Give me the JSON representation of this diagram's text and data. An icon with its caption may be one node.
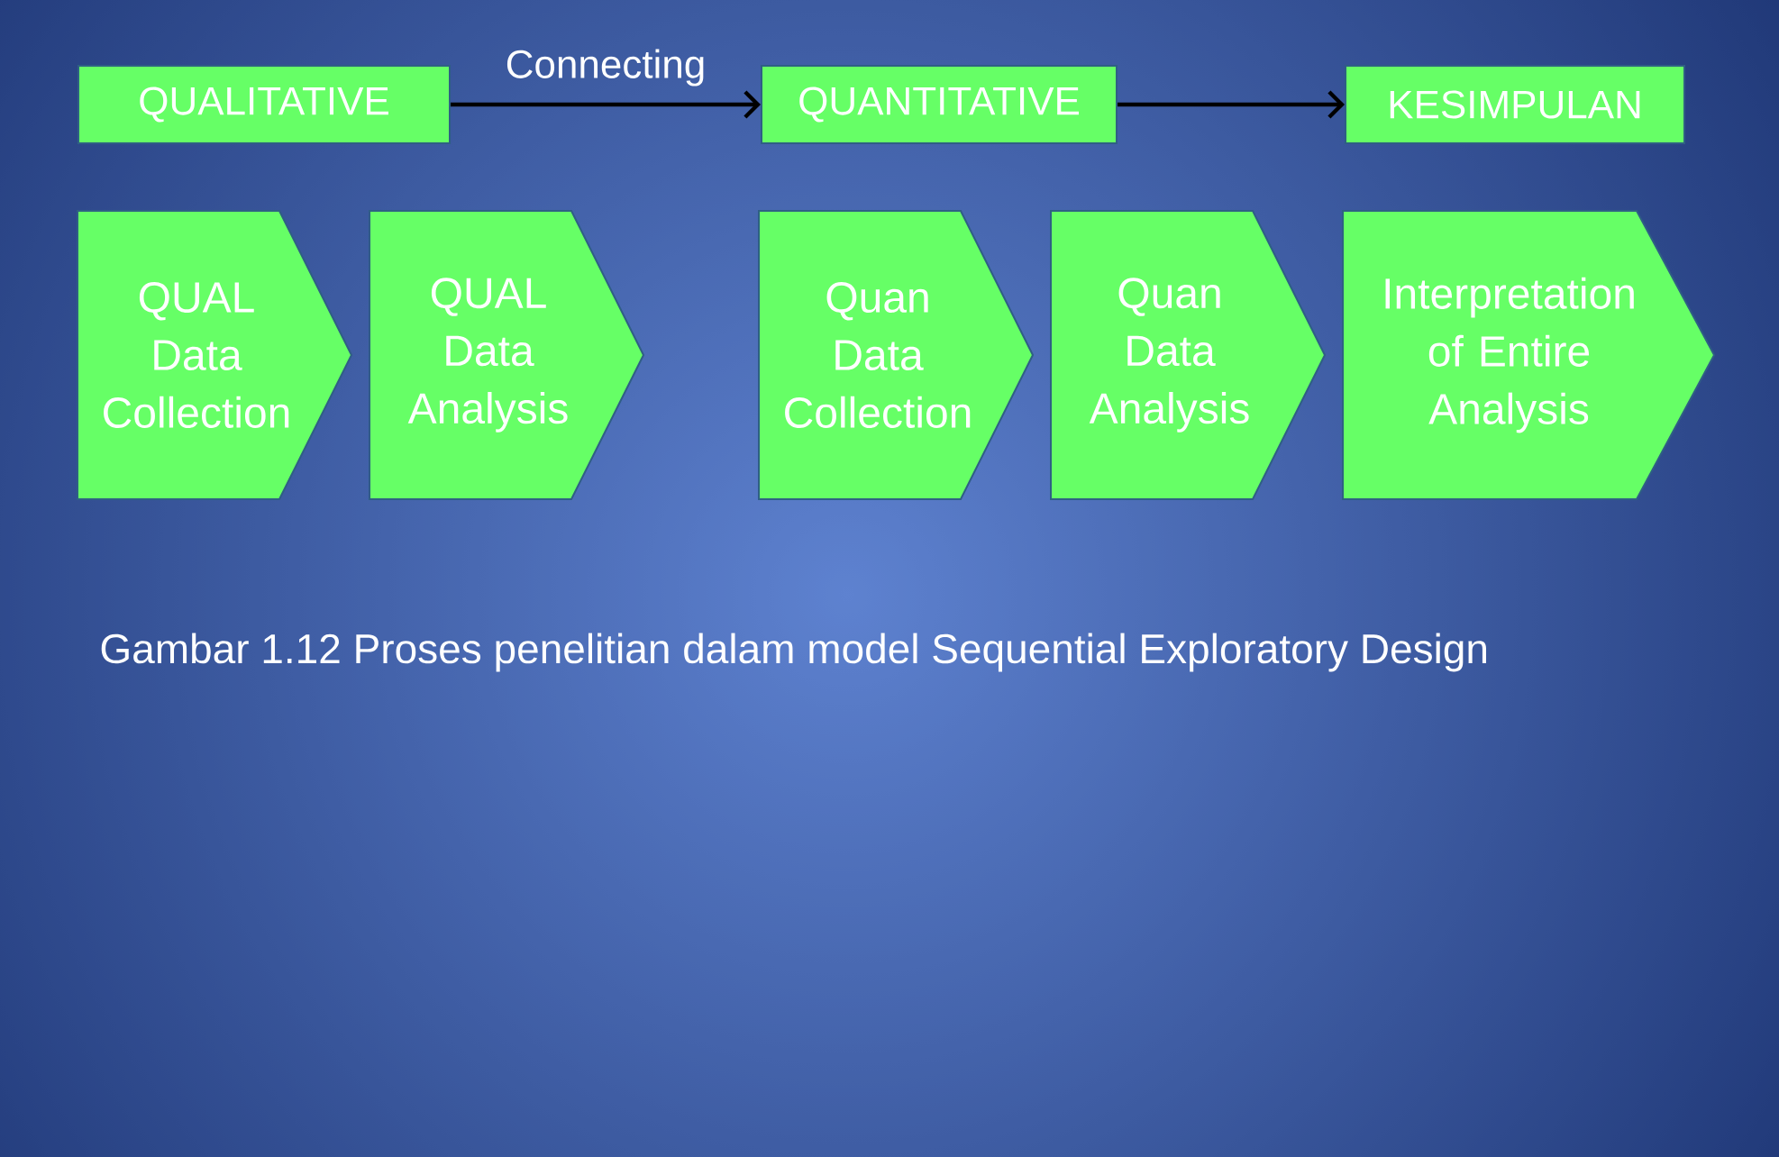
{
  "diagram": {
    "caption": "Gambar 1.12 Proses penelitian dalam model Sequential Exploratory Design",
    "nodes": [
      {
        "text": [
          "QUALITATIVE"
        ]
      },
      {
        "text": [
          "QUANTITATIVE"
        ]
      },
      {
        "text": [
          "KESIMPULAN"
        ]
      },
      {
        "text": [
          "QUAL Data Collection"
        ]
      },
      {
        "text": [
          "QUAL Data Analysis"
        ]
      },
      {
        "text": [
          "Quan Data Collection"
        ]
      },
      {
        "text": [
          "Quan Data Analysis"
        ]
      },
      {
        "text": [
          "Interpretation of Entire Analysis"
        ]
      }
    ],
    "edges": [
      {
        "from": 0,
        "to": 1,
        "arrow": "to",
        "label": "Connecting"
      },
      {
        "from": 1,
        "to": 2,
        "arrow": "to"
      }
    ]
  }
}
